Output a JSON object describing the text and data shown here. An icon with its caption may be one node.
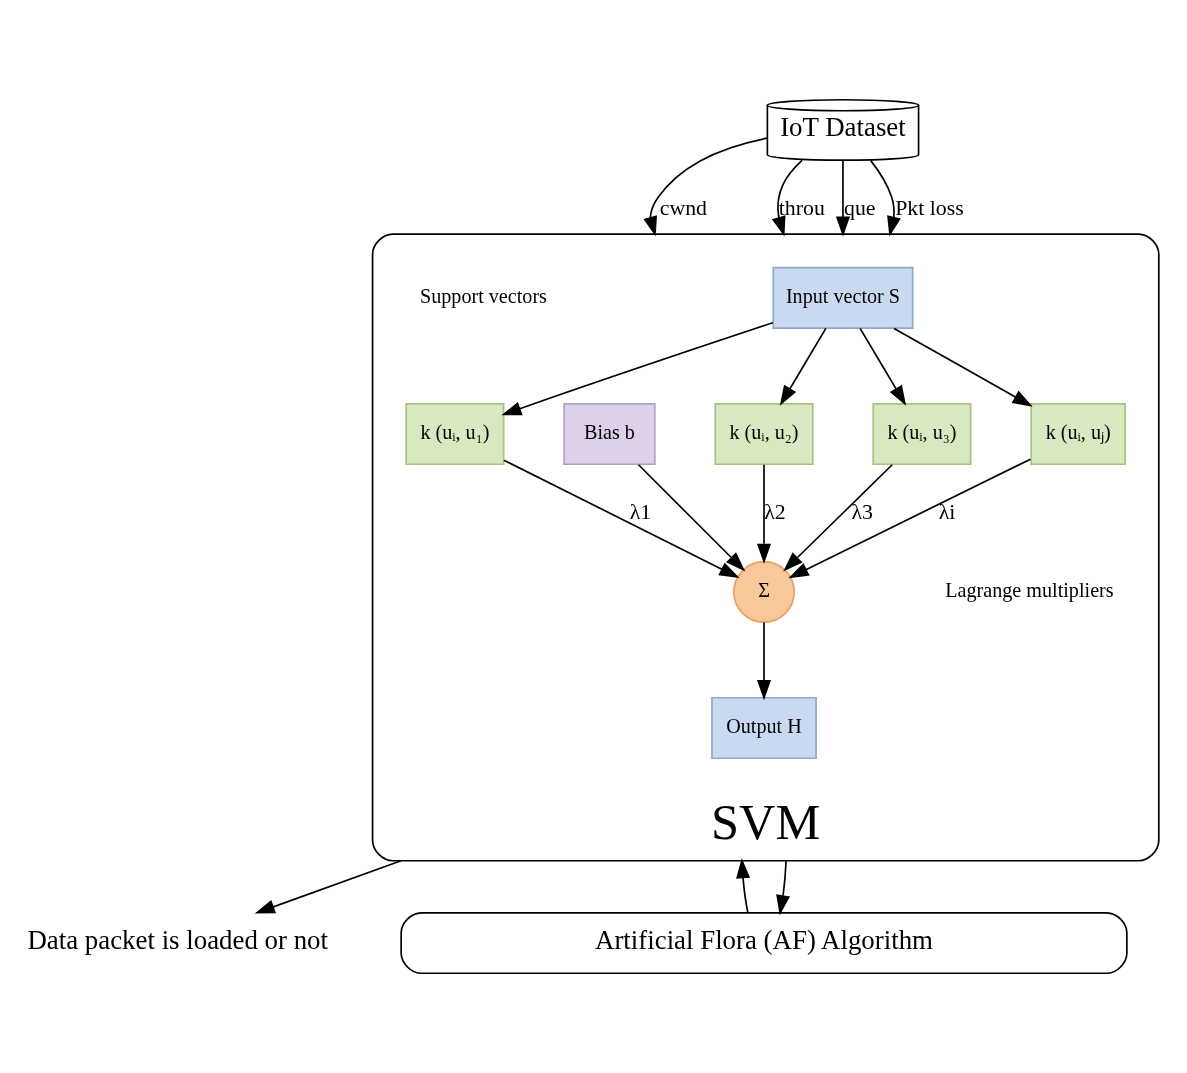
{
  "diagram": {
    "nodes": [
      {
        "text": [
          "IoT Dataset"
        ]
      },
      {
        "text": [
          "SVM"
        ]
      },
      {
        "text": [
          "Input vector S"
        ],
        "in": 1
      },
      {
        "text": [
          "k (uᵢ, u₁)"
        ],
        "in": 1
      },
      {
        "text": [
          "k (uᵢ, u₂)"
        ],
        "in": 1
      },
      {
        "text": [
          "k (uᵢ, u₃)"
        ],
        "in": 1
      },
      {
        "text": [
          "k (uᵢ, uⱼ)"
        ],
        "in": 1
      },
      {
        "text": [
          "Σ"
        ],
        "in": 1
      },
      {
        "text": [
          "Bias b"
        ],
        "in": 1
      },
      {
        "text": [
          "Output H"
        ],
        "in": 1
      },
      {
        "text": [
          "Data packet is loaded or not"
        ]
      },
      {
        "text": [
          "Artificial Flora (AF) Algorithm"
        ]
      }
    ],
    "edges": [
      {
        "from": 0,
        "to": 1,
        "arrow": "to",
        "label": "cwnd"
      },
      {
        "from": 0,
        "to": 1,
        "arrow": "to",
        "label": "throu"
      },
      {
        "from": 0,
        "to": 1,
        "arrow": "to",
        "label": "que"
      },
      {
        "from": 0,
        "to": 1,
        "arrow": "to",
        "label": "Pkt loss"
      },
      {
        "from": 2,
        "to": 3,
        "arrow": "to"
      },
      {
        "from": 2,
        "to": 4,
        "arrow": "to"
      },
      {
        "from": 2,
        "to": 5,
        "arrow": "to"
      },
      {
        "from": 2,
        "to": 6,
        "arrow": "to"
      },
      {
        "from": 3,
        "to": 7,
        "arrow": "to",
        "label": "λ1"
      },
      {
        "from": 4,
        "to": 7,
        "arrow": "to",
        "label": "λ2"
      },
      {
        "from": 5,
        "to": 7,
        "arrow": "to",
        "label": "λ3"
      },
      {
        "from": 6,
        "to": 7,
        "arrow": "to",
        "label": "λi"
      },
      {
        "from": 8,
        "to": 7,
        "arrow": "to"
      },
      {
        "from": 7,
        "to": 9,
        "arrow": "to"
      },
      {
        "from": 1,
        "to": 10,
        "arrow": "to"
      },
      {
        "from": 11,
        "to": 1,
        "arrow": "to"
      },
      {
        "from": 1,
        "to": 11,
        "arrow": "to"
      }
    ],
    "labels": [
      "Support vectors",
      "Lagrange multipliers"
    ]
  }
}
